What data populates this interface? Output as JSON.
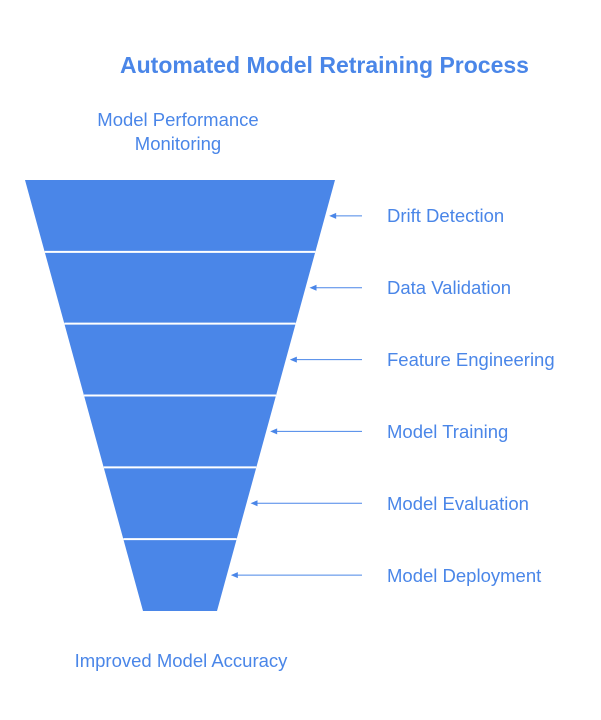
{
  "diagram": {
    "title": "Automated Model Retraining Process",
    "top_label_lines": [
      "Model Performance",
      "Monitoring"
    ],
    "bottom_label": "Improved Model Accuracy",
    "stages": [
      {
        "label": "Drift Detection"
      },
      {
        "label": "Data Validation"
      },
      {
        "label": "Feature Engineering"
      },
      {
        "label": "Model Training"
      },
      {
        "label": "Model Evaluation"
      },
      {
        "label": "Model Deployment"
      }
    ],
    "colors": {
      "funnel_fill": "#4a86e8",
      "divider": "#ffffff",
      "text": "#4a86e8",
      "arrow": "#4a86e8"
    }
  }
}
